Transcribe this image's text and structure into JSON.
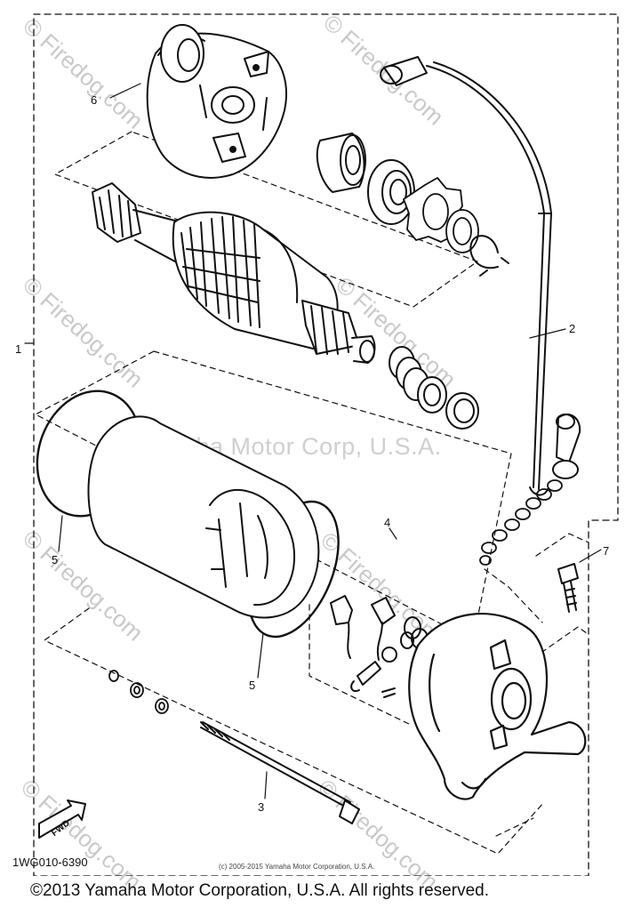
{
  "watermark": {
    "text": "Yamaha Motor Corp, U.S.A.",
    "site": "© Firedog.com"
  },
  "callouts": {
    "c1": "1",
    "c2": "2",
    "c3": "3",
    "c4": "4",
    "c5a": "5",
    "c5b": "5",
    "c6": "6",
    "c7": "7"
  },
  "fwd_label": "FWD",
  "part_number": "1WG010-6390",
  "small_copyright": "(c) 2005-2015 Yamaha Motor Corporation, U.S.A.",
  "copyright": "©2013 Yamaha Motor Corporation, U.S.A. All rights reserved."
}
